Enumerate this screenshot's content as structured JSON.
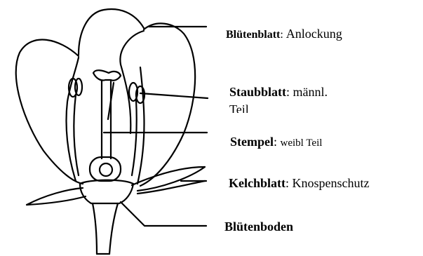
{
  "labels": {
    "petal": {
      "term": "Blütenblatt",
      "desc": "Anlockung"
    },
    "stamen": {
      "term": "Staubblatt",
      "desc": "männl.",
      "desc_cont": "Teil"
    },
    "pistil": {
      "term": "Stempel",
      "desc": "weibl Teil"
    },
    "sepal": {
      "term": "Kelchblatt",
      "desc": "Knospenschutz"
    },
    "receptacle": {
      "term": "Blütenboden"
    }
  },
  "separator": ":",
  "line_color": "#000000"
}
